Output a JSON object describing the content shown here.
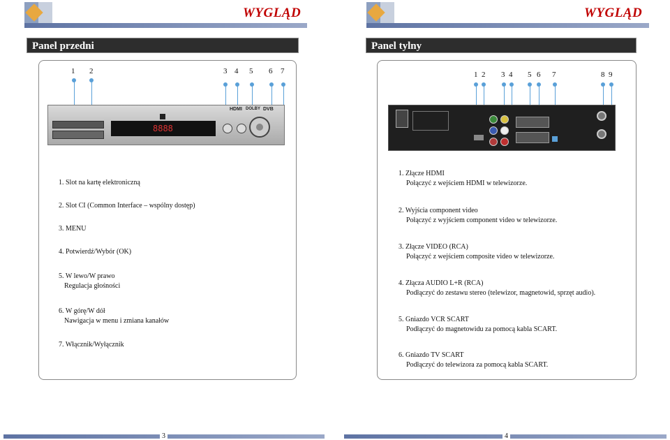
{
  "left": {
    "header_title": "WYGLĄD",
    "section_title": "Panel przedni",
    "callouts": [
      "1",
      "2",
      "3",
      "4",
      "5",
      "6",
      "7"
    ],
    "device": {
      "display": "8888",
      "brand_labels": [
        "HDMI",
        "DOLBY",
        "DVB"
      ]
    },
    "items": [
      {
        "title": "1. Slot na kartę elektroniczną"
      },
      {
        "title": "2. Slot CI (Common Interface – wspólny dostęp)"
      },
      {
        "title": "3. MENU"
      },
      {
        "title": "4. Potwierdź/Wybór (OK)"
      },
      {
        "title": "5. W lewo/W prawo",
        "desc": "Regulacja głośności"
      },
      {
        "title": "6. W górę/W dół",
        "desc": "Nawigacja w menu i zmiana kanałów"
      },
      {
        "title": "7. Włącznik/Wyłącznik"
      }
    ],
    "page_number": "3"
  },
  "right": {
    "header_title": "WYGLĄD",
    "section_title": "Panel tylny",
    "callouts": [
      "1",
      "2",
      "3",
      "4",
      "5",
      "6",
      "7",
      "8",
      "9"
    ],
    "items": [
      {
        "title": "1. Złącze HDMI",
        "desc": "Połączyć z wejściem HDMI w telewizorze."
      },
      {
        "title": "2. Wyjścia component video",
        "desc": "Połączyć z wyjściem component video w telewizorze."
      },
      {
        "title": "3. Złącze VIDEO (RCA)",
        "desc": "Połączyć z wejściem composite video w telewizorze."
      },
      {
        "title": "4. Złącza AUDIO L+R (RCA)",
        "desc": "Podłączyć do zestawu stereo (telewizor, magnetowid, sprzęt audio)."
      },
      {
        "title": "5. Gniazdo VCR SCART",
        "desc": "Podłączyć do magnetowidu za pomocą kabla SCART."
      },
      {
        "title": "6. Gniazdo TV SCART",
        "desc": "Podłączyć do telewizora za pomocą kabla SCART."
      }
    ],
    "page_number": "4"
  }
}
